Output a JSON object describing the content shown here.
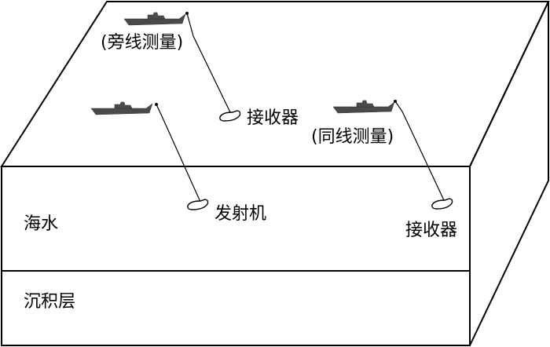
{
  "labels": {
    "side_survey": "(旁线测量)",
    "inline_survey": "(同线测量)",
    "receiver_surface": "接收器",
    "transmitter": "发射机",
    "receiver_seawater": "接收器",
    "seawater": "海水",
    "sediment": "沉积层"
  },
  "icons": {
    "vessel": "ship-icon",
    "tow_device": "towed-body-icon"
  },
  "colors": {
    "vessel": "#4a4a4a",
    "lines": "#000000",
    "background": "#ffffff"
  }
}
